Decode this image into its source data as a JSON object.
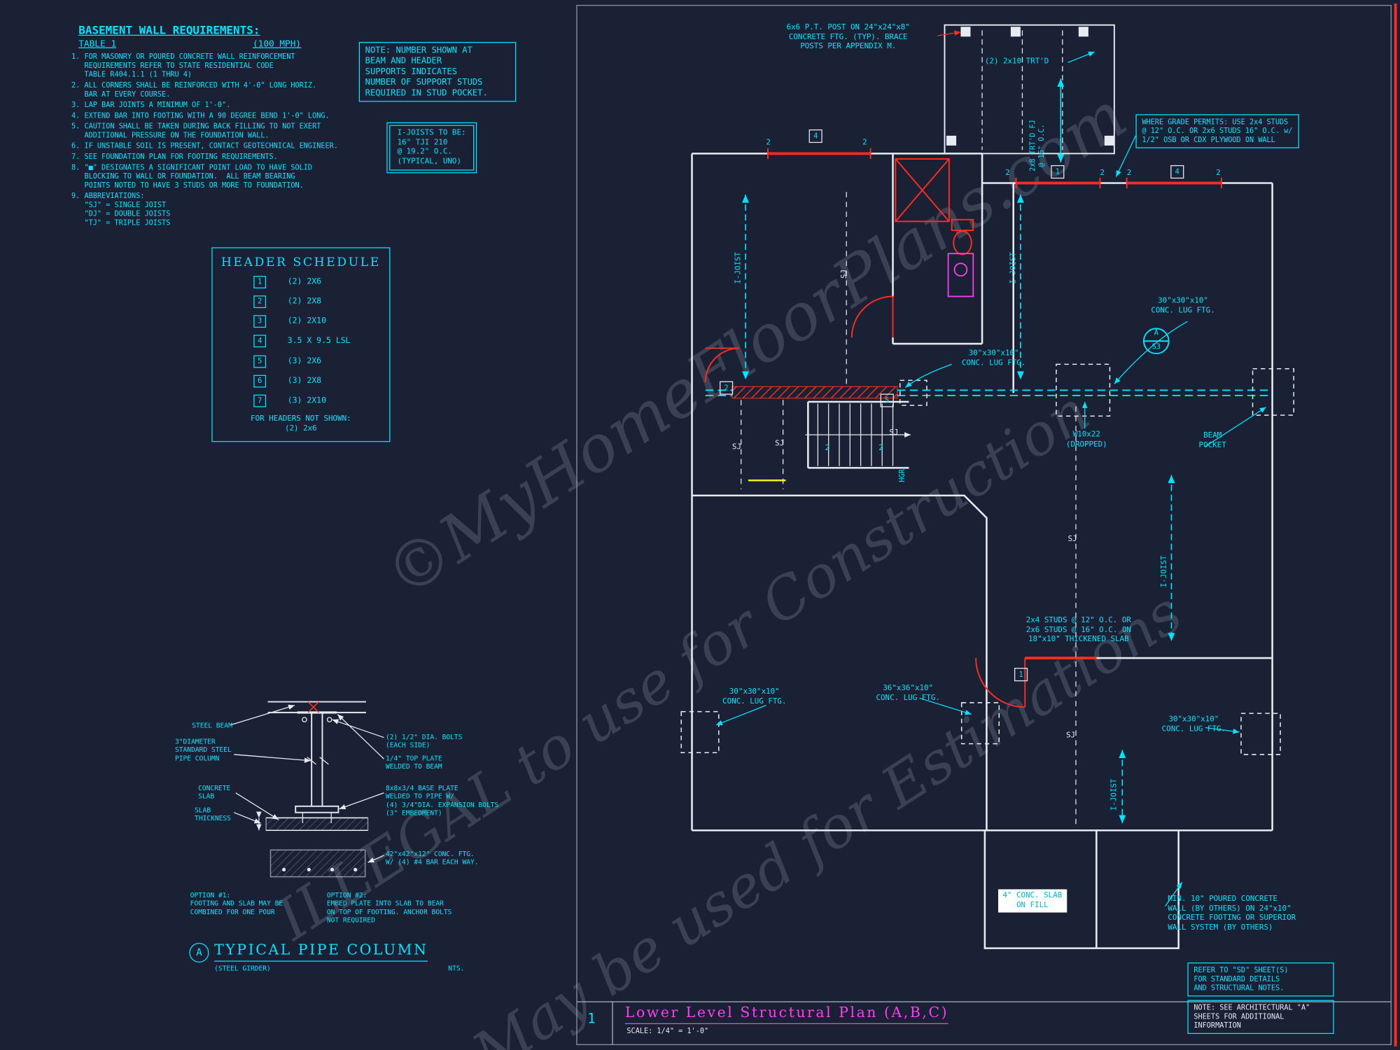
{
  "colors": {
    "background": "#1b2134",
    "cyan": "#00e5ff",
    "red": "#ff2d1f",
    "magenta": "#ff3df5",
    "white": "#e6ebf2",
    "yellow": "#f5f200"
  },
  "watermark": {
    "line1": "©MyHomeFloorPlans.com",
    "line2": "ILLEGAL to use for Construction",
    "line3": "May be used for Estimations"
  },
  "basement": {
    "title": "BASEMENT WALL REQUIREMENTS:",
    "table": "TABLE 1",
    "mph": "(100 MPH)",
    "items": [
      "1. FOR MASONRY OR POURED CONCRETE WALL REINFORCEMENT\n   REQUIREMENTS REFER TO STATE RESIDENTIAL CODE\n   TABLE R404.1.1 (1 THRU 4)",
      "2. ALL CORNERS SHALL BE REINFORCED WITH 4'-0\" LONG HORIZ.\n   BAR AT EVERY COURSE.",
      "3. LAP BAR JOINTS A MINIMUM OF 1'-0\".",
      "4. EXTEND BAR INTO FOOTING WITH A 90 DEGREE BEND 1'-0\" LONG.",
      "5. CAUTION SHALL BE TAKEN DURING BACK FILLING TO NOT EXERT\n   ADDITIONAL PRESSURE ON THE FOUNDATION WALL.",
      "6. IF UNSTABLE SOIL IS PRESENT, CONTACT GEOTECHNICAL ENGINEER.",
      "7. SEE FOUNDATION PLAN FOR FOOTING REQUIREMENTS.",
      "8. \"■\" DESIGNATES A SIGNIFICANT POINT LOAD TO HAVE SOLID\n   BLOCKING TO WALL OR FOUNDATION.  ALL BEAM BEARING\n   POINTS NOTED TO HAVE 3 STUDS OR MORE TO FOUNDATION.",
      "9. ABBREVIATIONS:\n   \"SJ\" = SINGLE JOIST\n   \"DJ\" = DOUBLE JOISTS\n   \"TJ\" = TRIPLE JOISTS"
    ]
  },
  "note_box": "NOTE: NUMBER SHOWN AT\nBEAM AND HEADER\nSUPPORTS INDICATES\nNUMBER OF SUPPORT STUDS\nREQUIRED IN STUD POCKET.",
  "ijoist_box": "I-JOISTS TO BE:\n16\" TJI 210\n@ 19.2\" O.C.\n(TYPICAL, UNO)",
  "header_schedule": {
    "title": "HEADER SCHEDULE",
    "rows": [
      {
        "num": "1",
        "size": "(2) 2X6"
      },
      {
        "num": "2",
        "size": "(2) 2X8"
      },
      {
        "num": "3",
        "size": "(2) 2X10"
      },
      {
        "num": "4",
        "size": "3.5 X 9.5 LSL"
      },
      {
        "num": "5",
        "size": "(3) 2X6"
      },
      {
        "num": "6",
        "size": "(3) 2X8"
      },
      {
        "num": "7",
        "size": "(3) 2X10"
      }
    ],
    "footer": "FOR HEADERS NOT SHOWN:\n(2) 2x6"
  },
  "detail": {
    "steel_beam": "STEEL BEAM",
    "pipe_column": "3\"DIAMETER\nSTANDARD STEEL\nPIPE COLUMN",
    "concrete_slab": "CONCRETE\nSLAB",
    "slab_thickness": "SLAB\nTHICKNESS",
    "bolts": "(2) 1/2\" DIA. BOLTS\n(EACH SIDE)",
    "top_plate": "1/4\" TOP PLATE\nWELDED TO BEAM",
    "base_plate": "8x8x3/4 BASE PLATE\nWELDED TO PIPE W/\n(4) 3/4\"DIA. EXPANSION BOLTS\n(3\" EMBEDMENT)",
    "footing": "42\"x42\"x12\" CONC. FTG.\nW/ (4) #4 BAR EACH WAY.",
    "option1": "OPTION #1:\nFOOTING AND SLAB MAY BE\nCOMBINED FOR ONE POUR",
    "option2": "OPTION #2:\nEMBED PLATE INTO SLAB TO BEAR\nON TOP OF FOOTING. ANCHOR BOLTS\nNOT REQUIRED",
    "letter": "A",
    "title": "TYPICAL PIPE COLUMN",
    "subtitle": "(STEEL GIRDER)",
    "nts": "NTS."
  },
  "plan": {
    "post_note": "6x6 P.T. POST ON 24\"x24\"x8\"\nCONCRETE FTG. (TYP). BRACE\nPOSTS PER APPENDIX M.",
    "trtd": "(2) 2x10 TRT'D",
    "fj": "2x8 TRT'D FJ\n@ 16\" O.C.",
    "grade_box": "WHERE GRADE PERMITS: USE 2x4 STUDS\n@ 12\" O.C. OR 2x6 STUDS 16\" O.C. w/\n1/2\" OSB OR CDX PLYWOOD ON WALL",
    "lug30": "30\"x30\"x10\"\nCONC. LUG FTG.",
    "lug36": "36\"x36\"x10\"\nCONC. LUG FTG.",
    "w10": "W10x22\n(DROPPED)",
    "beam_pocket": "BEAM\nPOCKET",
    "studs": "2x4 STUDS @ 12\" O.C. OR\n2x6 STUDS @ 16\" O.C. ON\n18\"x10\" THICKENED SLAB",
    "slab_fill": "4\" CONC. SLAB\nON FILL",
    "min_wall": "MIN. 10\" POURED CONCRETE\nWALL (BY OTHERS) ON 24\"x10\"\nCONCRETE FOOTING OR SUPERIOR\nWALL SYSTEM (BY OTHERS)",
    "section_marker": {
      "top": "A",
      "bottom": "S3"
    },
    "ijoist": "I-JOIST",
    "sj": "SJ",
    "hgr": "HGR.",
    "two": "2",
    "boxed_markers": [
      "4",
      "1",
      "4",
      "2",
      "5",
      "1"
    ]
  },
  "title_block": {
    "number": "1",
    "title": "Lower Level Structural Plan (A,B,C)",
    "scale": "SCALE: 1/4\" = 1'-0\"",
    "refer": "REFER TO \"SD\" SHEET(S)\nFOR STANDARD DETAILS\nAND STRUCTURAL NOTES.",
    "arch": "NOTE: SEE ARCHITECTURAL \"A\"\nSHEETS FOR ADDITIONAL\nINFORMATION"
  }
}
